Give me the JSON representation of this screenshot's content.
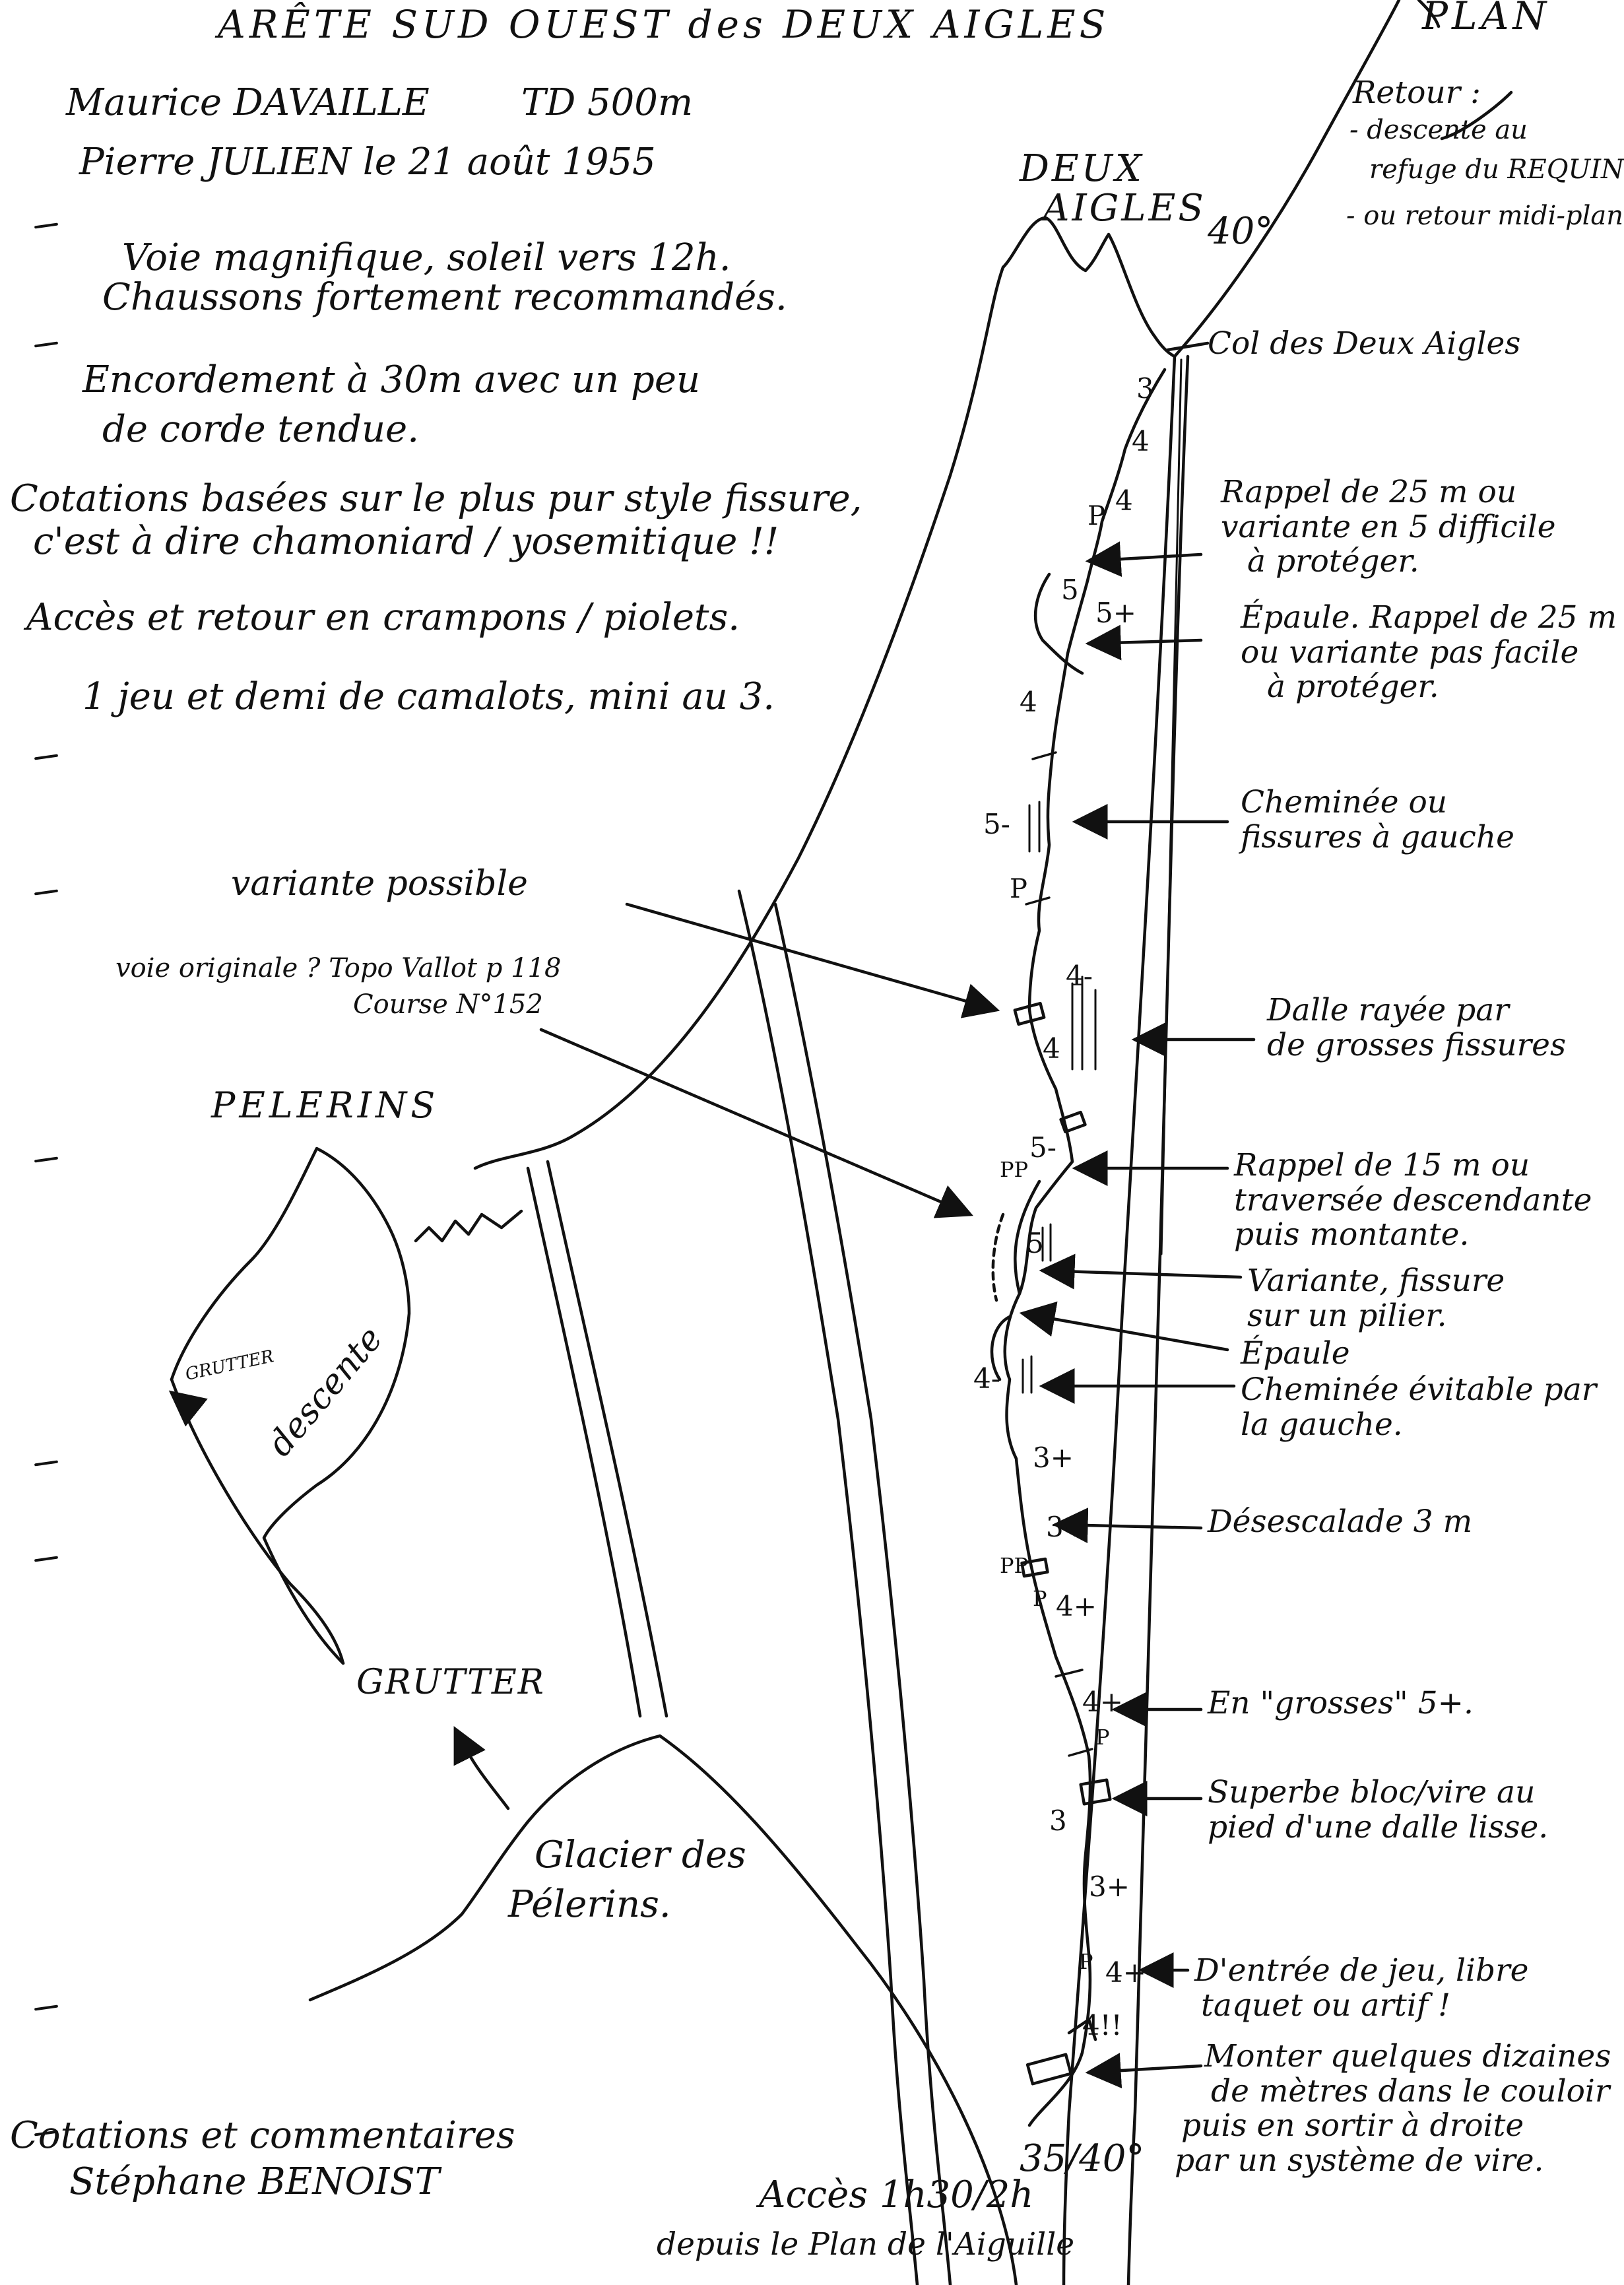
{
  "header": {
    "title": "ARÊTE SUD OUEST des DEUX AIGLES",
    "plan_label": "PLAN"
  },
  "route_info": {
    "climber1": "Maurice DAVAILLE",
    "grade_length": "TD 500m",
    "climber2_date": "Pierre JULIEN le 21 août 1955",
    "notes": [
      "Voie magnifique, soleil vers 12h.",
      "Chaussons fortement recommandés.",
      "Encordement à 30m avec un peu",
      "de corde tendue.",
      "Cotations basées sur le plus pur style fissure,",
      "c'est à dire chamoniard / yosemitique !!",
      "Accès et retour en crampons / piolets.",
      "1 jeu et demi de camalots, mini au 3."
    ]
  },
  "left_labels": {
    "variante": "variante possible",
    "voie_originale_1": "voie originale ? Topo Vallot p 118",
    "voie_originale_2": "Course N°152",
    "pelerins": "PELERINS",
    "grutter_small": "GRUTTER",
    "descente": "descente",
    "grutter": "GRUTTER",
    "glacier_1": "Glacier des",
    "glacier_2": "Pélerins."
  },
  "summit": {
    "name_1": "DEUX",
    "name_2": "AIGLES",
    "angle_top": "40°",
    "col": "Col des Deux Aigles"
  },
  "retour": {
    "line1": "Retour :",
    "line2": "- descente au",
    "line3": "refuge du REQUIN",
    "line4": "- ou retour midi-plan"
  },
  "annotations": [
    {
      "key": "a1",
      "lines": [
        "Rappel de 25 m ou",
        "variante en 5 difficile",
        "à protéger."
      ]
    },
    {
      "key": "a2",
      "lines": [
        "Épaule. Rappel de 25 m",
        "ou variante pas facile",
        "à protéger."
      ]
    },
    {
      "key": "a3",
      "lines": [
        "Cheminée ou",
        "fissures à gauche"
      ]
    },
    {
      "key": "a4",
      "lines": [
        "Dalle rayée par",
        "de grosses fissures"
      ]
    },
    {
      "key": "a5",
      "lines": [
        "Rappel de 15 m ou",
        "traversée descendante",
        "puis montante."
      ]
    },
    {
      "key": "a6",
      "lines": [
        "Variante, fissure",
        "sur un pilier."
      ]
    },
    {
      "key": "a7",
      "lines": [
        "Épaule"
      ]
    },
    {
      "key": "a8",
      "lines": [
        "Cheminée évitable par",
        "la gauche."
      ]
    },
    {
      "key": "a9",
      "lines": [
        "Désescalade 3 m"
      ]
    },
    {
      "key": "a10",
      "lines": [
        "En \"grosses\" 5+."
      ]
    },
    {
      "key": "a11",
      "lines": [
        "Superbe bloc/vire au",
        "pied d'une dalle lisse."
      ]
    },
    {
      "key": "a12",
      "lines": [
        "D'entrée de jeu, libre",
        "taquet ou artif !"
      ]
    },
    {
      "key": "a13",
      "lines": [
        "Monter quelques dizaines",
        "de mètres dans le couloir",
        "puis en sortir à droite",
        "par un système de vire."
      ]
    }
  ],
  "grades": [
    "3",
    "4",
    "4",
    "5",
    "5+",
    "4",
    "5-",
    "4-",
    "4",
    "5-",
    "5",
    "4-",
    "3+",
    "3+",
    "4+",
    "4+",
    "3",
    "3+",
    "4+",
    "4!!"
  ],
  "belay_marks": [
    "P",
    "P",
    "PP",
    "PP",
    "P",
    "P",
    "P"
  ],
  "bottom": {
    "credit_1": "Cotations et commentaires",
    "credit_2": "Stéphane BENOIST",
    "acces_1": "Accès 1h30/2h",
    "acces_2": "depuis le Plan de l'Aiguille",
    "angle_bottom": "35/40°"
  }
}
